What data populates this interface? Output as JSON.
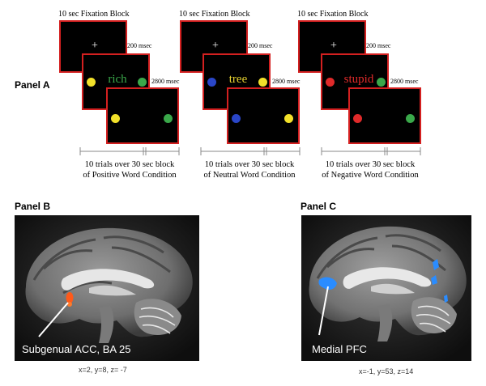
{
  "panel_a": {
    "label": "Panel A",
    "fixation_label": "10 sec Fixation Block",
    "msec_200": "200 msec",
    "msec_2800": "2800 msec",
    "fixation_symbol": "+",
    "conditions": [
      {
        "word": "rich",
        "word_color": "#3aa84a",
        "left_dot_color": "#f2e12a",
        "right_dot_color": "#3aa84a",
        "final_left_dot_color": "#f2e12a",
        "final_right_dot_color": "#3aa84a",
        "caption_line1": "10 trials over 30 sec block",
        "caption_line2": "of Positive Word Condition"
      },
      {
        "word": "tree",
        "word_color": "#e6d230",
        "left_dot_color": "#2a46c8",
        "right_dot_color": "#f2e12a",
        "final_left_dot_color": "#2a46c8",
        "final_right_dot_color": "#f2e12a",
        "caption_line1": "10 trials over 30 sec block",
        "caption_line2": "of Neutral Word Condition"
      },
      {
        "word": "stupid",
        "word_color": "#e02a2a",
        "left_dot_color": "#e02a2a",
        "right_dot_color": "#3aa84a",
        "final_left_dot_color": "#e02a2a",
        "final_right_dot_color": "#3aa84a",
        "caption_line1": "10 trials over 30 sec block",
        "caption_line2": "of Negative Word Condition"
      }
    ]
  },
  "panel_b": {
    "label": "Panel B",
    "region_label": "Subgenual ACC, BA 25",
    "coords": "x=2, y=8, z= -7",
    "activation_color": "#ff5a1a"
  },
  "panel_c": {
    "label": "Panel C",
    "region_label": "Medial PFC",
    "coords": "x=-1, y=53, z=14",
    "activation_color": "#2a8cff"
  },
  "colors": {
    "screen_border": "#d42020",
    "screen_bg": "#000000"
  }
}
